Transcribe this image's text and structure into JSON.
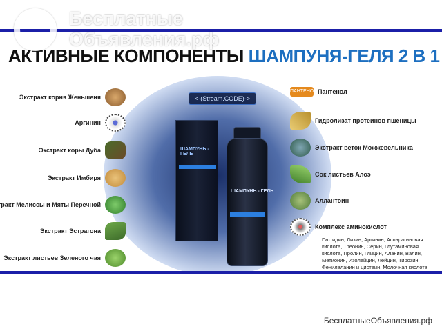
{
  "watermark": {
    "line1": "Бесплатные",
    "line2": "Объявления.рф"
  },
  "title": {
    "part1": "АКТИВНЫЕ КОМПОНЕНТЫ ",
    "part2": "ШАМПУНЯ-ГЕЛЯ 2 В 1"
  },
  "product": {
    "badge": "<-(Stream.CODE)->",
    "box_label": "ШАМПУНЬ - ГЕЛЬ",
    "bottle_label": "ШАМПУНЬ - ГЕЛЬ"
  },
  "left_items": [
    {
      "label": "Экстракт корня Женьшеня",
      "icon": "ginseng-icon"
    },
    {
      "label": "Аргинин",
      "icon": "molecule-icon"
    },
    {
      "label": "Экстракт коры Дуба",
      "icon": "oak-bark-icon"
    },
    {
      "label": "Экстракт Имбиря",
      "icon": "ginger-icon"
    },
    {
      "label": "Экстракт Мелиссы и Мяты Перечной",
      "icon": "mint-icon"
    },
    {
      "label": "Экстракт Эстрагона",
      "icon": "tarragon-icon"
    },
    {
      "label": "Экстракт листьев Зеленого чая",
      "icon": "green-tea-icon"
    }
  ],
  "right_items": [
    {
      "label": "Пантенол",
      "icon": "panthenol-icon",
      "badge": "ПАНТЕНОЛ"
    },
    {
      "label": "Гидролизат протеинов пшеницы",
      "icon": "wheat-icon"
    },
    {
      "label": "Экстракт веток Можжевельника",
      "icon": "juniper-icon"
    },
    {
      "label": "Сок листьев Алоэ",
      "icon": "aloe-icon"
    },
    {
      "label": "Аллантоин",
      "icon": "allantoin-icon"
    },
    {
      "label": "Комплекс аминокислот",
      "icon": "amino-acid-icon"
    }
  ],
  "amino_description": "Гистидин, Лизин, Аргинин, Аспарагиновая кислота, Треонин, Серин, Глутаминовая кислота, Пролин, Глицин, Аланин, Валин, Метионин, Изолейцин, Лейцин, Тирозин, Фенилаланин и цистеин, Молочная кислота",
  "footer": "БесплатныеОбъявления.рф"
}
